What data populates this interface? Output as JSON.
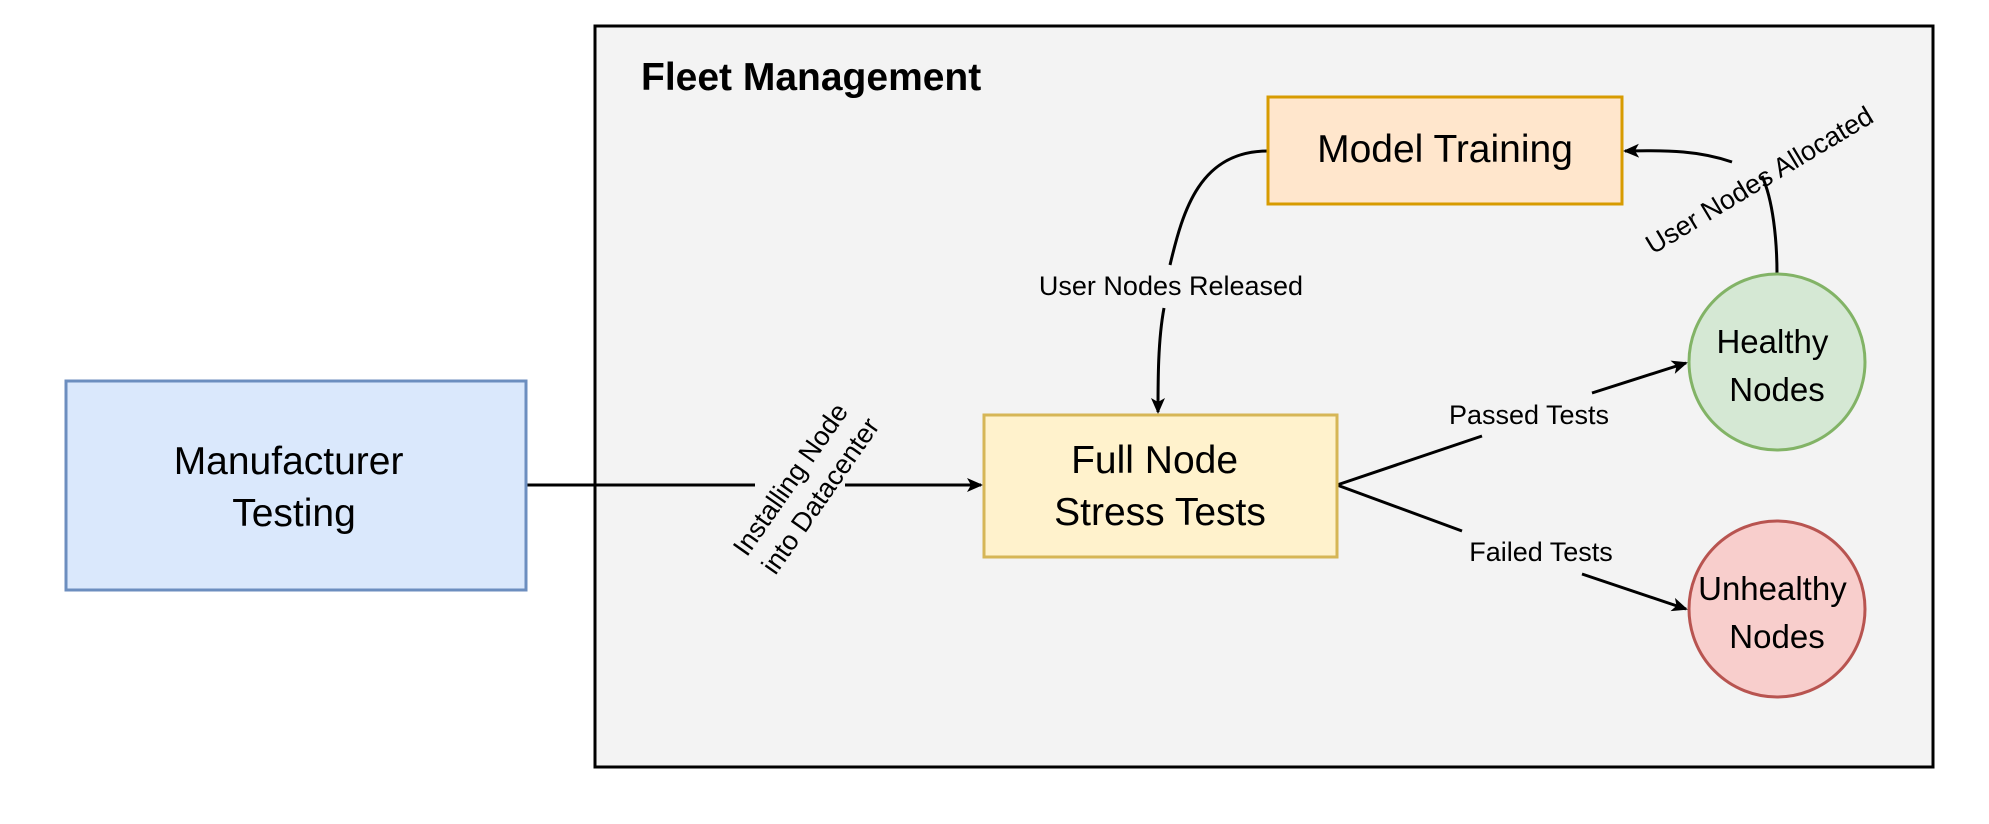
{
  "container": {
    "title": "Fleet Management"
  },
  "nodes": {
    "manufacturer_testing": {
      "lines": [
        "Manufacturer",
        "Testing"
      ],
      "fill": "#dae8fc",
      "stroke": "#6c8ebf"
    },
    "stress_tests": {
      "lines": [
        "Full Node",
        "Stress Tests"
      ],
      "fill": "#fff2cc",
      "stroke": "#d6b656"
    },
    "model_training": {
      "lines": [
        "Model Training"
      ],
      "fill": "#ffe6cc",
      "stroke": "#d79b00"
    },
    "healthy_nodes": {
      "lines": [
        "Healthy",
        "Nodes"
      ],
      "fill": "#d5e8d4",
      "stroke": "#82b366"
    },
    "unhealthy_nodes": {
      "lines": [
        "Unhealthy",
        "Nodes"
      ],
      "fill": "#f8cecc",
      "stroke": "#b85450"
    }
  },
  "edges": {
    "installing": {
      "lines": [
        "Installing Node",
        "into Datacenter"
      ]
    },
    "released": {
      "label": "User Nodes Released"
    },
    "allocated": {
      "label": "User Nodes Allocated"
    },
    "passed": {
      "label": "Passed Tests"
    },
    "failed": {
      "label": "Failed Tests"
    }
  },
  "colors": {
    "container_fill": "#f3f3f3",
    "container_stroke": "#000000",
    "edge": "#000000"
  }
}
